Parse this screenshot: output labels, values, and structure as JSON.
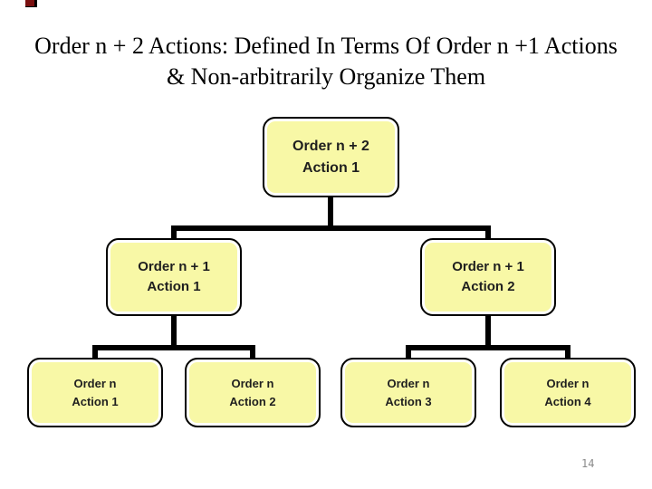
{
  "slide": {
    "title_line1": "Order n + 2 Actions: Defined In Terms Of Order n +1 Actions",
    "title_line2": "& Non-arbitrarily Organize Them",
    "page_number": "14"
  },
  "tree": {
    "type": "hierarchy",
    "root": {
      "line1": "Order n + 2",
      "line2": "Action 1"
    },
    "level2": [
      {
        "line1": "Order n + 1",
        "line2": "Action 1"
      },
      {
        "line1": "Order n + 1",
        "line2": "Action 2"
      }
    ],
    "level3": [
      {
        "line1": "Order n",
        "line2": "Action 1"
      },
      {
        "line1": "Order n",
        "line2": "Action 2"
      },
      {
        "line1": "Order n",
        "line2": "Action 3"
      },
      {
        "line1": "Order n",
        "line2": "Action 4"
      }
    ]
  },
  "colors": {
    "box_fill": "#f8f8a6",
    "box_border": "#000000",
    "box_inner_stroke": "#ffffff",
    "box_text": "#1f1f1f",
    "connector": "#000000",
    "title_text": "#000000",
    "accent_square": "#7a1010",
    "page_number_text": "#8a8a8a",
    "background": "#ffffff"
  }
}
